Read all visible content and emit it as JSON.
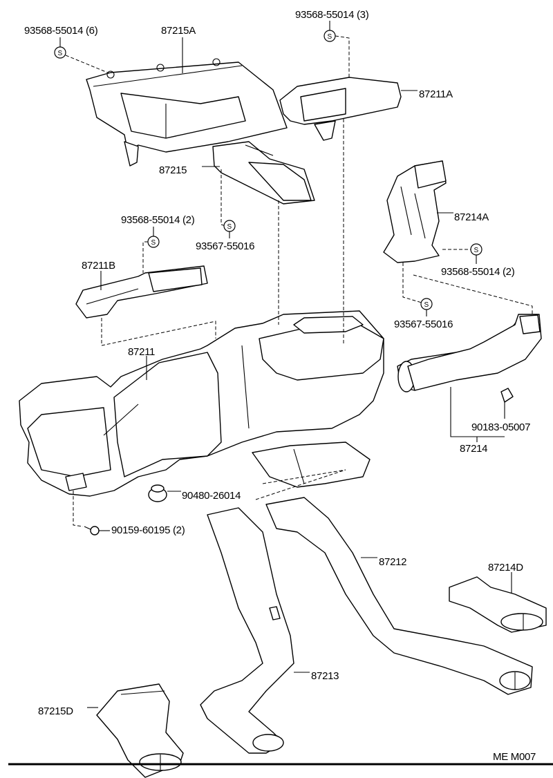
{
  "diagram": {
    "labels": {
      "p93568_6": "93568-55014 (6)",
      "p87215A": "87215A",
      "p93568_3": "93568-55014 (3)",
      "p87211A": "87211A",
      "p87215": "87215",
      "p87214A": "87214A",
      "p93568_2_left": "93568-55014 (2)",
      "p93567_left": "93567-55016",
      "p87211B": "87211B",
      "p93568_2_right": "93568-55014 (2)",
      "p93567_right": "93567-55016",
      "p87211": "87211",
      "p90183": "90183-05007",
      "p87214": "87214",
      "p90480": "90480-26014",
      "p90159": "90159-60195 (2)",
      "p87212": "87212",
      "p87214D": "87214D",
      "p87213": "87213",
      "p87215D": "87215D"
    },
    "screw_symbol": "S",
    "figure_code": "ME M007"
  }
}
